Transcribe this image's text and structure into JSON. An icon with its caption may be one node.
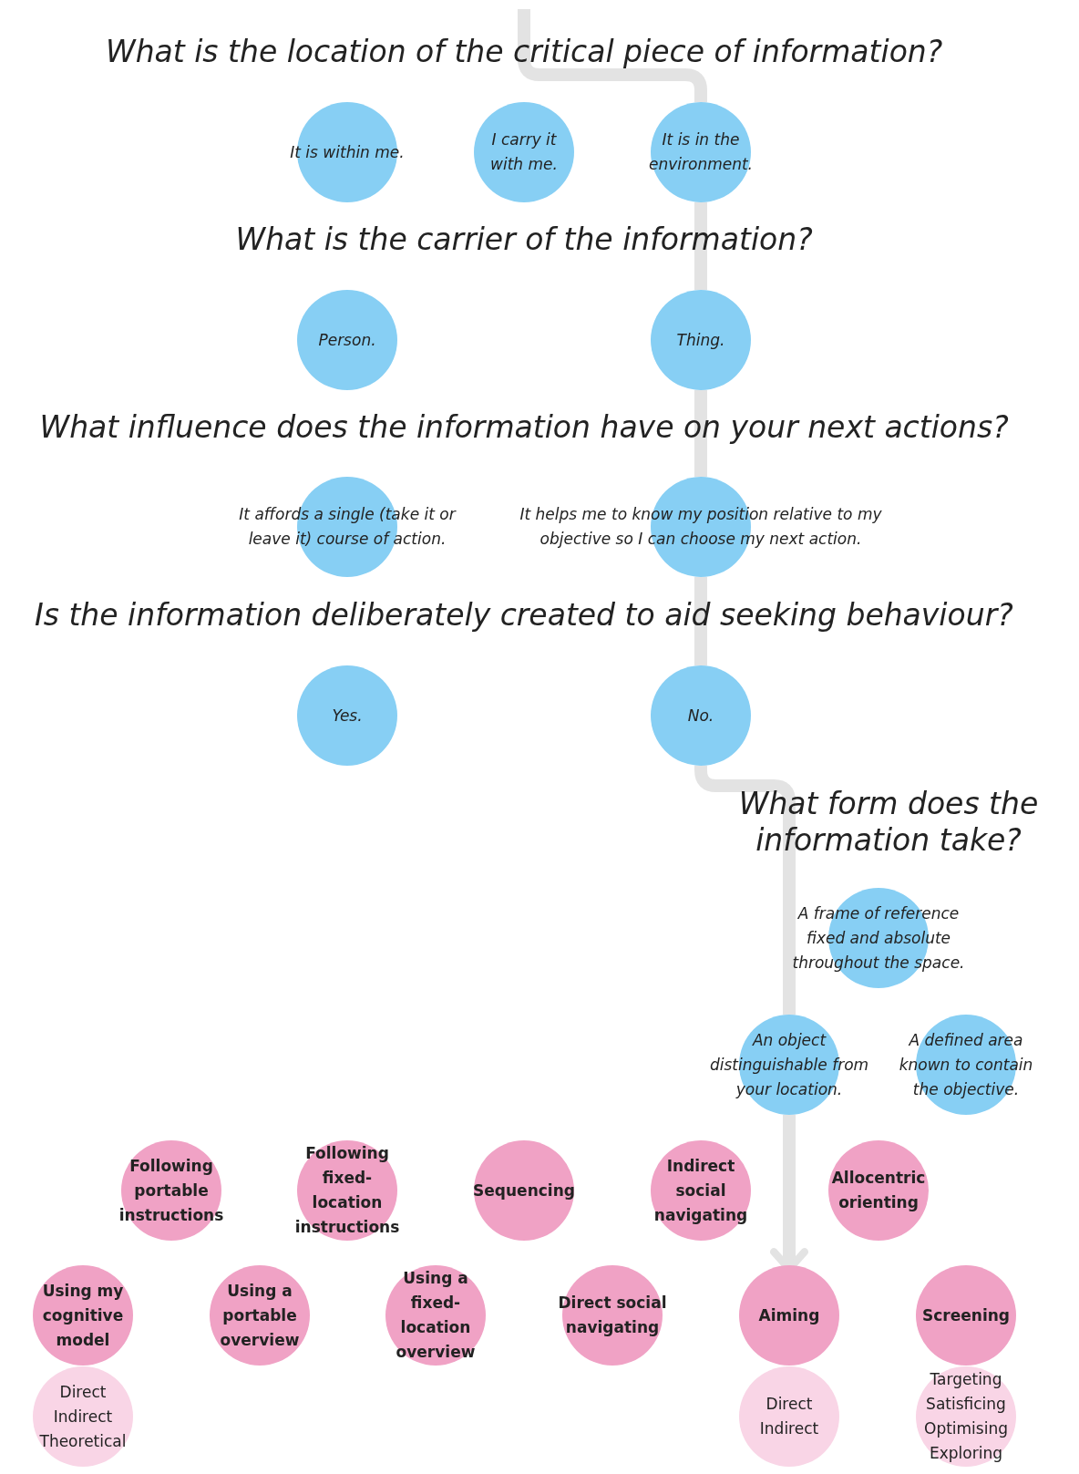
{
  "diagram": {
    "nodes": [
      {
        "text": [
          "It is within me."
        ]
      },
      {
        "text": [
          "I carry it with me."
        ]
      },
      {
        "text": [
          "It is in the environment."
        ]
      },
      {
        "text": [
          "Person."
        ]
      },
      {
        "text": [
          "Thing."
        ]
      },
      {
        "text": [
          "It affords a single (take it or leave it) course of action."
        ]
      },
      {
        "text": [
          "It helps me to know my position relative to my objective so I can choose my next action."
        ]
      },
      {
        "text": [
          "Yes."
        ]
      },
      {
        "text": [
          "No."
        ]
      },
      {
        "text": [
          "A frame of reference fixed and absolute throughout the space."
        ]
      },
      {
        "text": [
          "An object distinguishable from your location."
        ]
      },
      {
        "text": [
          "A defined area known to contain the objective."
        ]
      },
      {
        "text": [
          "Following portable instructions"
        ]
      },
      {
        "text": [
          "Following fixed-location instructions"
        ]
      },
      {
        "text": [
          "Sequencing"
        ]
      },
      {
        "text": [
          "Indirect social navigating"
        ]
      },
      {
        "text": [
          "Allocentric orienting"
        ]
      },
      {
        "text": [
          "Using my cognitive model"
        ]
      },
      {
        "text": [
          "Using a portable overview"
        ]
      },
      {
        "text": [
          "Using a fixed-location overview"
        ]
      },
      {
        "text": [
          "Direct social navigating"
        ]
      },
      {
        "text": [
          "Aiming"
        ]
      },
      {
        "text": [
          "Screening"
        ]
      },
      {
        "text": [
          "Direct",
          "Indirect",
          "Theoretical"
        ]
      },
      {
        "text": [
          "Direct",
          "Indirect"
        ]
      },
      {
        "text": [
          "Targeting",
          "Satisficing",
          "Optimising",
          "Exploring"
        ]
      }
    ],
    "edges": [
      {
        "from": null,
        "to": 2,
        "arrow": "none"
      },
      {
        "from": 2,
        "to": 4,
        "arrow": "none"
      },
      {
        "from": 4,
        "to": 6,
        "arrow": "none"
      },
      {
        "from": 6,
        "to": 8,
        "arrow": "none"
      },
      {
        "from": 8,
        "to": 10,
        "arrow": "none"
      },
      {
        "from": 10,
        "to": 21,
        "arrow": "to"
      }
    ],
    "labels": [
      "What is the location of the critical piece of information?",
      "What is the carrier of the information?",
      "What influence does the information have on your next actions?",
      "Is the information deliberately created to aid seeking behaviour?",
      "What form does the information take?"
    ]
  }
}
